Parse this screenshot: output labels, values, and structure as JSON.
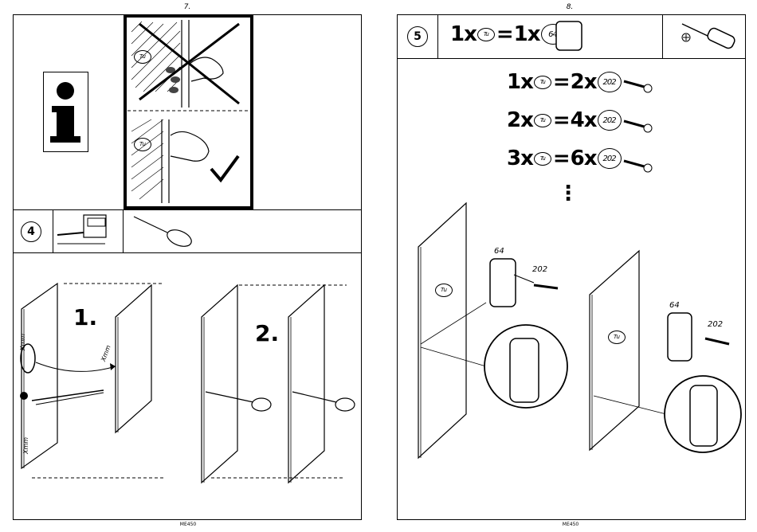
{
  "page_left": {
    "page_number": "7.",
    "footer": "ME450",
    "info_symbol": "i",
    "panel_tag_top": "Tu",
    "panel_tag_bottom": "Tu",
    "step": "4",
    "stage1": "1.",
    "stage2": "2.",
    "measure_label": "Xmm"
  },
  "page_right": {
    "page_number": "8.",
    "footer": "ME450",
    "step": "5",
    "header_equation": {
      "lhs_qty": "1x",
      "lhs_tag": "Tu",
      "eq": "=",
      "rhs_qty": "1x",
      "rhs_tag": "64"
    },
    "rows": [
      {
        "lhs_qty": "1x",
        "lhs_tag": "Tu",
        "eq": "=",
        "rhs_qty": "2x",
        "rhs_tag": "202"
      },
      {
        "lhs_qty": "2x",
        "lhs_tag": "Tu",
        "eq": "=",
        "rhs_qty": "4x",
        "rhs_tag": "202"
      },
      {
        "lhs_qty": "3x",
        "lhs_tag": "Tu",
        "eq": "=",
        "rhs_qty": "6x",
        "rhs_tag": "202"
      }
    ],
    "continuation": "⋮",
    "part_64": "64",
    "part_202": "202",
    "panel_tag": "Tu"
  }
}
